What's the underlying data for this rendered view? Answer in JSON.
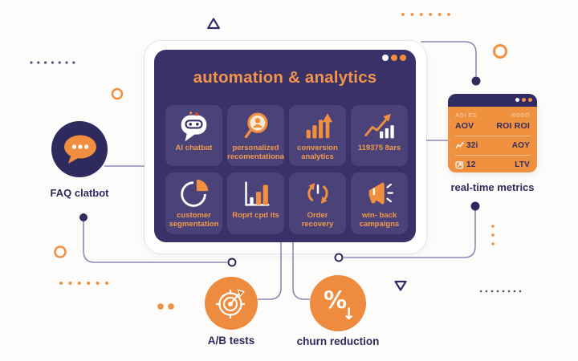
{
  "palette": {
    "navy": "#312b63",
    "panel_bg": "#3a3168",
    "tile_bg": "#4b4279",
    "orange": "#ef8f3f",
    "title_orange": "#f0954a",
    "line": "#8d8ab2",
    "bg": "#fdfcfa"
  },
  "main_panel": {
    "title": "automation & analytics",
    "tiles": [
      {
        "icon": "ai-chatbot-icon",
        "label": "AI chatbat"
      },
      {
        "icon": "personalized-recommendations-icon",
        "label": "personalized\nrecomentationa"
      },
      {
        "icon": "conversion-analytics-icon",
        "label": "conversion\nanalytics"
      },
      {
        "icon": "trend-chart-icon",
        "label": "119375 8ars"
      },
      {
        "icon": "customer-segmentation-icon",
        "label": "customer\nsegmentation"
      },
      {
        "icon": "report-chart-icon",
        "label": "Roprt cpd its"
      },
      {
        "icon": "order-recovery-icon",
        "label": "Order\nrecovery"
      },
      {
        "icon": "megaphone-icon",
        "label": "win- back\ncampaigns"
      }
    ]
  },
  "faq": {
    "label": "FAQ clatbot"
  },
  "metrics": {
    "label": "real-time metrics",
    "rows": [
      {
        "left_faint": "AOI ES",
        "right_faint": "RODO",
        "left": "AOV",
        "right": "ROI ROI"
      },
      {
        "left": "32i",
        "right": "AOY"
      },
      {
        "left": "12",
        "right": "LTV"
      }
    ]
  },
  "ab_tests": {
    "label": "A/B tests"
  },
  "churn": {
    "label": "churn reduction"
  }
}
